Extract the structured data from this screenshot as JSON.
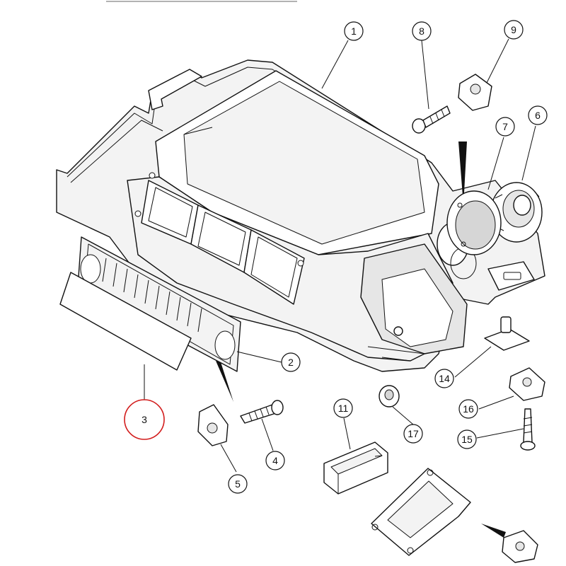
{
  "diagram": {
    "type": "exploded parts diagram",
    "highlighted_callout": "3",
    "highlight_color": "#d21c1c",
    "line_color": "#111111",
    "background": "#ffffff",
    "callouts": [
      {
        "id": "c1",
        "label": "1",
        "part_icon": "dash-panel-housing-icon"
      },
      {
        "id": "c2",
        "label": "2",
        "part_icon": "grille-frame-icon"
      },
      {
        "id": "c3",
        "label": "3",
        "part_icon": "lens-cover-icon",
        "selected": true
      },
      {
        "id": "c4",
        "label": "4",
        "part_icon": "screw-icon"
      },
      {
        "id": "c5",
        "label": "5",
        "part_icon": "clip-nut-icon"
      },
      {
        "id": "c6",
        "label": "6",
        "part_icon": "speaker-icon"
      },
      {
        "id": "c7",
        "label": "7",
        "part_icon": "speaker-grille-icon"
      },
      {
        "id": "c8",
        "label": "8",
        "part_icon": "screw-icon"
      },
      {
        "id": "c9",
        "label": "9",
        "part_icon": "clip-nut-icon"
      },
      {
        "id": "c11",
        "label": "11",
        "part_icon": "switch-bezel-icon"
      },
      {
        "id": "c14",
        "label": "14",
        "part_icon": "stud-clip-icon"
      },
      {
        "id": "c15",
        "label": "15",
        "part_icon": "screw-icon"
      },
      {
        "id": "c16",
        "label": "16",
        "part_icon": "clip-nut-icon"
      },
      {
        "id": "c17",
        "label": "17",
        "part_icon": "grommet-icon"
      }
    ]
  }
}
